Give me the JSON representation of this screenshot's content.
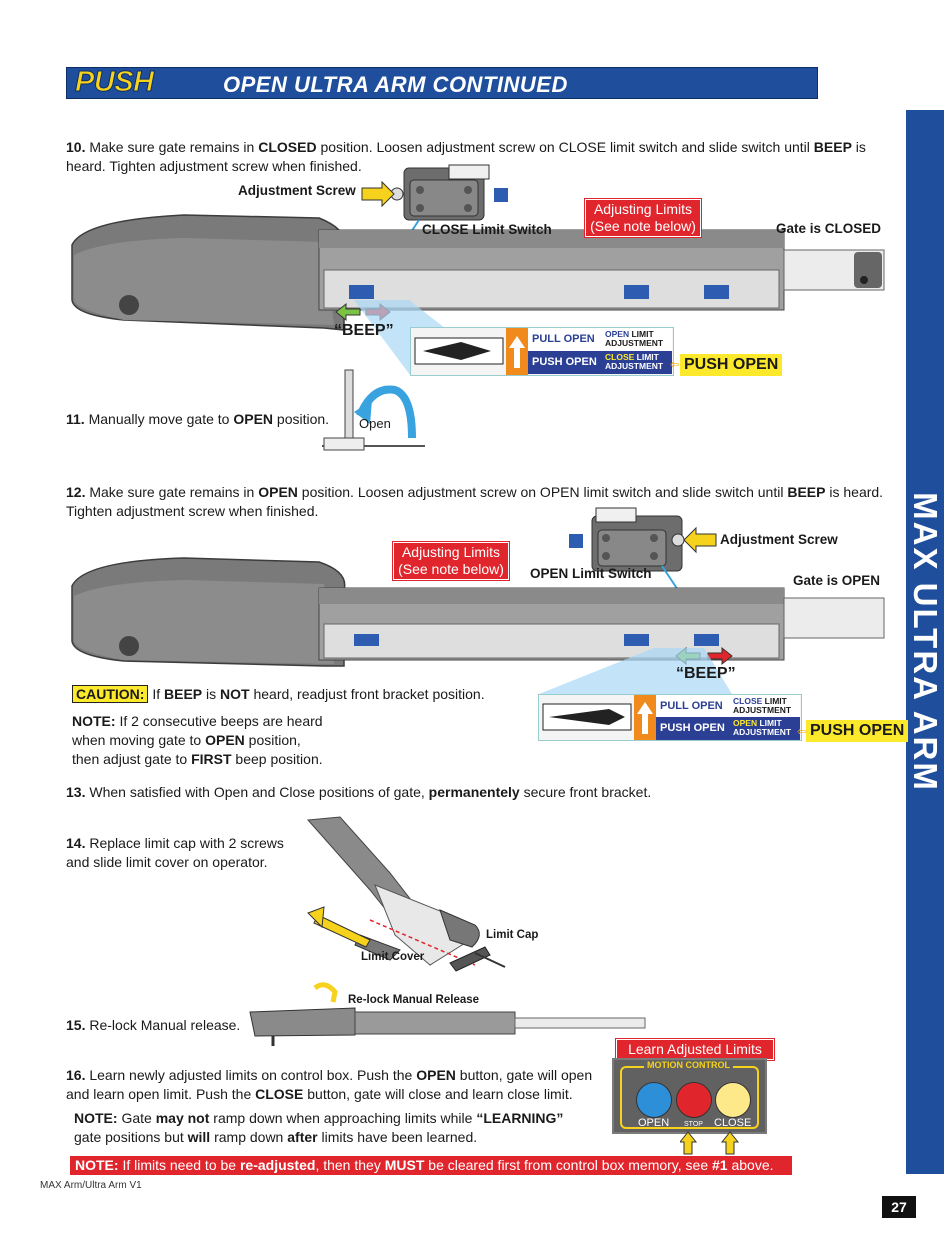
{
  "banner": {
    "push": "PUSH",
    "rest": "OPEN ULTRA ARM CONTINUED"
  },
  "sidebar": {
    "title": "MAX ULTRA ARM"
  },
  "step10": {
    "num": "10.",
    "text_a": " Make sure gate remains in ",
    "bold_a": "CLOSED",
    "text_b": " position. Loosen adjustment screw on CLOSE limit switch and slide switch until ",
    "bold_b": "BEEP",
    "text_c": " is heard. Tighten adjustment screw when finished.",
    "adjustment_screw": "Adjustment Screw",
    "limit_switch": "CLOSE Limit Switch",
    "adjusting_limits": "Adjusting Limits",
    "see_note": "(See note below)",
    "gate_state": "Gate is CLOSED",
    "beep": "“BEEP”",
    "pull_open": "PULL OPEN",
    "push_open_row": "PUSH OPEN",
    "pull_adj_a": "OPEN",
    "pull_adj_b": " LIMIT",
    "pull_adj_c": "ADJUSTMENT",
    "push_adj_a": "CLOSE",
    "push_adj_b": " LIMIT",
    "push_adj_c": "ADJUSTMENT",
    "push_open_badge": "PUSH OPEN"
  },
  "step11": {
    "num": "11.",
    "text_a": " Manually move gate to ",
    "bold_a": "OPEN",
    "text_b": " position.",
    "open_label": "Open"
  },
  "step12": {
    "num": "12.",
    "text_a": " Make sure gate remains in ",
    "bold_a": "OPEN",
    "text_b": " position. Loosen adjustment screw on OPEN limit switch and slide switch until ",
    "bold_b": "BEEP",
    "text_c": " is heard. Tighten adjustment screw when finished.",
    "adjustment_screw": "Adjustment Screw",
    "limit_switch": "OPEN Limit Switch",
    "adjusting_limits": "Adjusting Limits",
    "see_note": "(See note below)",
    "gate_state": "Gate is OPEN",
    "beep": "“BEEP”",
    "pull_open": "PULL OPEN",
    "push_open_row": "PUSH OPEN",
    "pull_adj_a": "CLOSE",
    "pull_adj_b": " LIMIT",
    "pull_adj_c": "ADJUSTMENT",
    "push_adj_a": "OPEN",
    "push_adj_b": " LIMIT",
    "push_adj_c": "ADJUSTMENT",
    "push_open_badge": "PUSH OPEN"
  },
  "caution": {
    "label": "CAUTION:",
    "text_a": " If ",
    "bold_a": "BEEP",
    "text_b": " is ",
    "bold_b": "NOT",
    "text_c": " heard, readjust front bracket position."
  },
  "note1": {
    "label": "NOTE:",
    "line1": "  If 2 consecutive beeps are heard",
    "line2_a": "when moving gate to ",
    "line2_b": "OPEN",
    "line2_c": "  position,",
    "line3_a": "then adjust gate to ",
    "line3_b": "FIRST",
    "line3_c": " beep position."
  },
  "step13": {
    "num": "13.",
    "text_a": " When satisfied with Open and Close positions of gate, ",
    "bold_a": "permanentely",
    "text_b": "  secure front bracket."
  },
  "step14": {
    "num": "14.",
    "line1": " Replace limit cap with 2 screws",
    "line2": "and slide limit cover on operator.",
    "limit_cap": "Limit Cap",
    "limit_cover": "Limit Cover"
  },
  "step15": {
    "num": "15.",
    "text": " Re-lock Manual release.",
    "relock_label": "Re-lock Manual Release"
  },
  "step16": {
    "num": "16.",
    "text_a": " Learn newly adjusted limits on control box. Push the ",
    "bold_a": "OPEN",
    "text_b": " button, gate will open",
    "line2_a": "and learn open limit. Push the ",
    "line2_b": "CLOSE",
    "line2_c": " button, gate will close and learn close limit."
  },
  "note2": {
    "label": "NOTE:",
    "text_a": "  Gate ",
    "bold_a": "may not",
    "text_b": " ramp down when approaching limits while ",
    "bold_b": "“LEARNING”",
    "line2_a": "gate positions but ",
    "line2_b": "will",
    "line2_c": " ramp down ",
    "line2_d": "after",
    "line2_e": " limits have been learned."
  },
  "control_box": {
    "title": "Learn Adjusted Limits",
    "header": "MOTION CONTROL",
    "open": "OPEN",
    "stop": "STOP",
    "close": "CLOSE",
    "open_color": "#2d8fd8",
    "stop_color": "#e1252c",
    "close_color": "#fde98a"
  },
  "note3": {
    "label": "NOTE:",
    "text_a": "  If limits need to be ",
    "bold_a": "re-adjusted",
    "text_b": ", then they ",
    "bold_b": "MUST",
    "text_c": "  be cleared first from control box memory, see ",
    "bold_c": "#1",
    "text_d": " above."
  },
  "footer": {
    "text": "MAX Arm/Ultra Arm V1",
    "page": "27"
  },
  "colors": {
    "brand_blue": "#1f4f9c",
    "banner_yellow": "#f6d21c",
    "alert_red": "#e1252c",
    "highlight_yellow": "#fde92b"
  }
}
